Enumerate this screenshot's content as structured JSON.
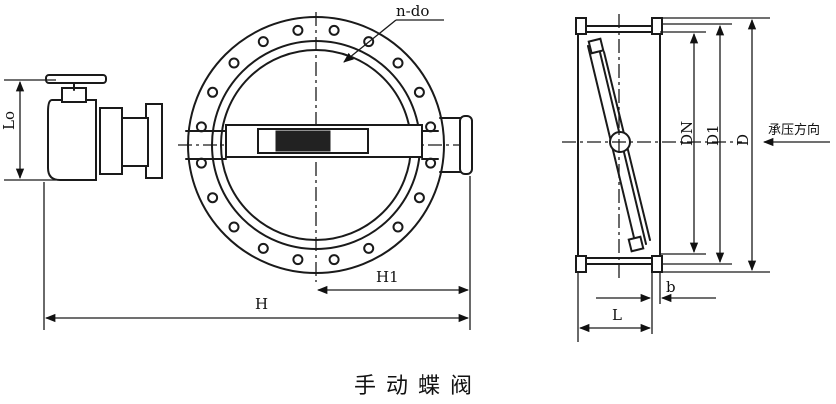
{
  "labels": {
    "bolt_spec": "n-do",
    "lo": "Lo",
    "h1": "H1",
    "h": "H",
    "dn": "DN",
    "d1": "D1",
    "d": "D",
    "b": "b",
    "l": "L",
    "pressure_direction": "承压方向"
  },
  "caption": "手动蝶阀"
}
